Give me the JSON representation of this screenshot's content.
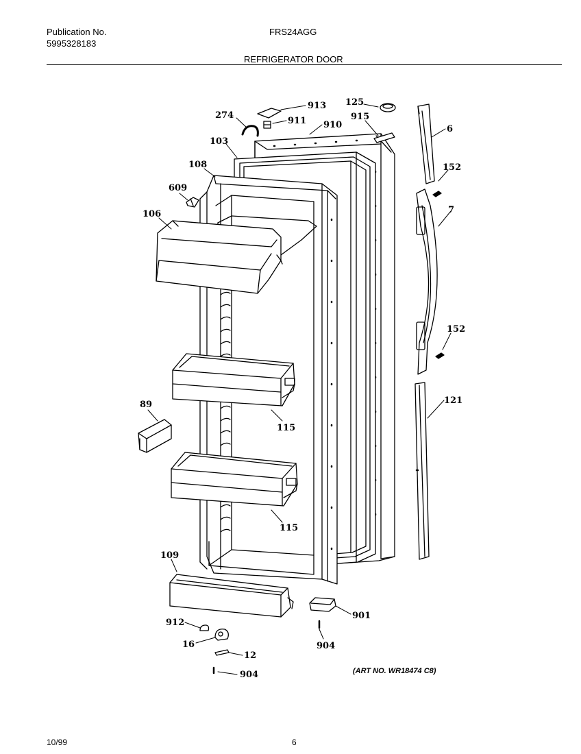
{
  "header": {
    "publication_label": "Publication No.",
    "publication_number": "5995328183",
    "model": "FRS24AGG",
    "section_title": "REFRIGERATOR DOOR"
  },
  "callouts": [
    {
      "id": "913"
    },
    {
      "id": "274"
    },
    {
      "id": "911"
    },
    {
      "id": "910"
    },
    {
      "id": "125"
    },
    {
      "id": "915"
    },
    {
      "id": "6"
    },
    {
      "id": "103"
    },
    {
      "id": "108"
    },
    {
      "id": "152a",
      "label": "152"
    },
    {
      "id": "609"
    },
    {
      "id": "7"
    },
    {
      "id": "106"
    },
    {
      "id": "152b",
      "label": "152"
    },
    {
      "id": "89"
    },
    {
      "id": "121"
    },
    {
      "id": "115a",
      "label": "115"
    },
    {
      "id": "115b",
      "label": "115"
    },
    {
      "id": "109"
    },
    {
      "id": "901"
    },
    {
      "id": "912"
    },
    {
      "id": "904a",
      "label": "904"
    },
    {
      "id": "16"
    },
    {
      "id": "12"
    },
    {
      "id": "904b",
      "label": "904"
    }
  ],
  "labels": {
    "c913": "913",
    "c274": "274",
    "c911": "911",
    "c910": "910",
    "c125": "125",
    "c915": "915",
    "c6": "6",
    "c103": "103",
    "c108": "108",
    "c152a": "152",
    "c609": "609",
    "c7": "7",
    "c106": "106",
    "c152b": "152",
    "c89": "89",
    "c121": "121",
    "c115a": "115",
    "c115b": "115",
    "c109": "109",
    "c901": "901",
    "c912": "912",
    "c904a": "904",
    "c16": "16",
    "c12": "12",
    "c904b": "904"
  },
  "art_number": "(ART NO. WR18474 C8)",
  "footer": {
    "date": "10/99",
    "page": "6"
  }
}
